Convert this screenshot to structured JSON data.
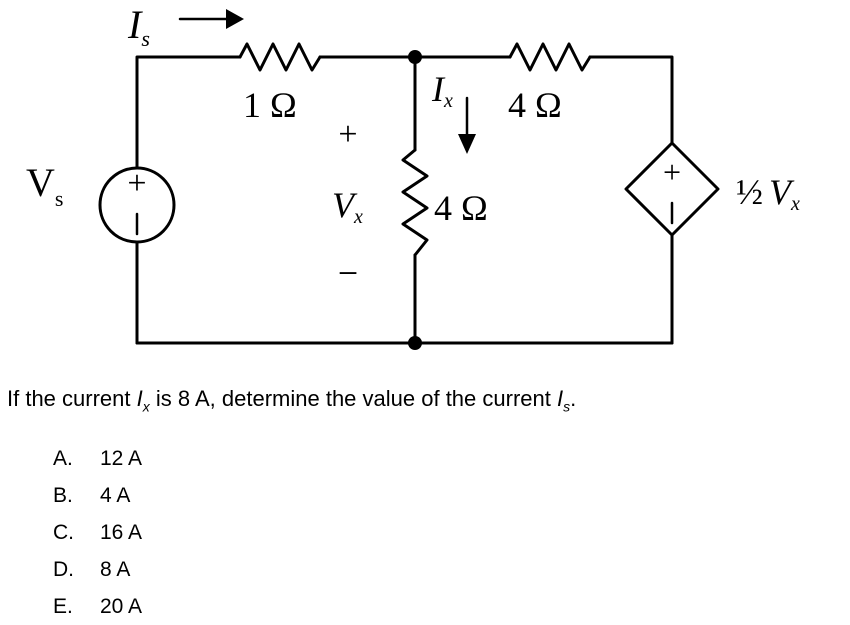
{
  "circuit": {
    "source_label": "V",
    "source_label_sub": "s",
    "source_plus": "+",
    "source_minus": "−",
    "is_label": "I",
    "is_label_sub": "s",
    "r1_label": "1 Ω",
    "ix_label": "I",
    "ix_label_sub": "x",
    "r_top_label": "4 Ω",
    "vx_plus": "+",
    "vx_label": "V",
    "vx_label_sub": "x",
    "vx_minus": "−",
    "r_mid_label": "4 Ω",
    "dep_plus": "+",
    "dep_minus": "−",
    "dep_label_frac": "½",
    "dep_label_var": "V",
    "dep_label_sub": "x"
  },
  "question": {
    "part1": "If the current ",
    "var1": "I",
    "var1_sub": "x",
    "part2": " is 8 A, determine the value of the current ",
    "var2": "I",
    "var2_sub": "s",
    "part3": "."
  },
  "options": [
    {
      "letter": "A.",
      "text": "12 A"
    },
    {
      "letter": "B.",
      "text": "4 A"
    },
    {
      "letter": "C.",
      "text": "16 A"
    },
    {
      "letter": "D.",
      "text": "8 A"
    },
    {
      "letter": "E.",
      "text": "20 A"
    }
  ]
}
